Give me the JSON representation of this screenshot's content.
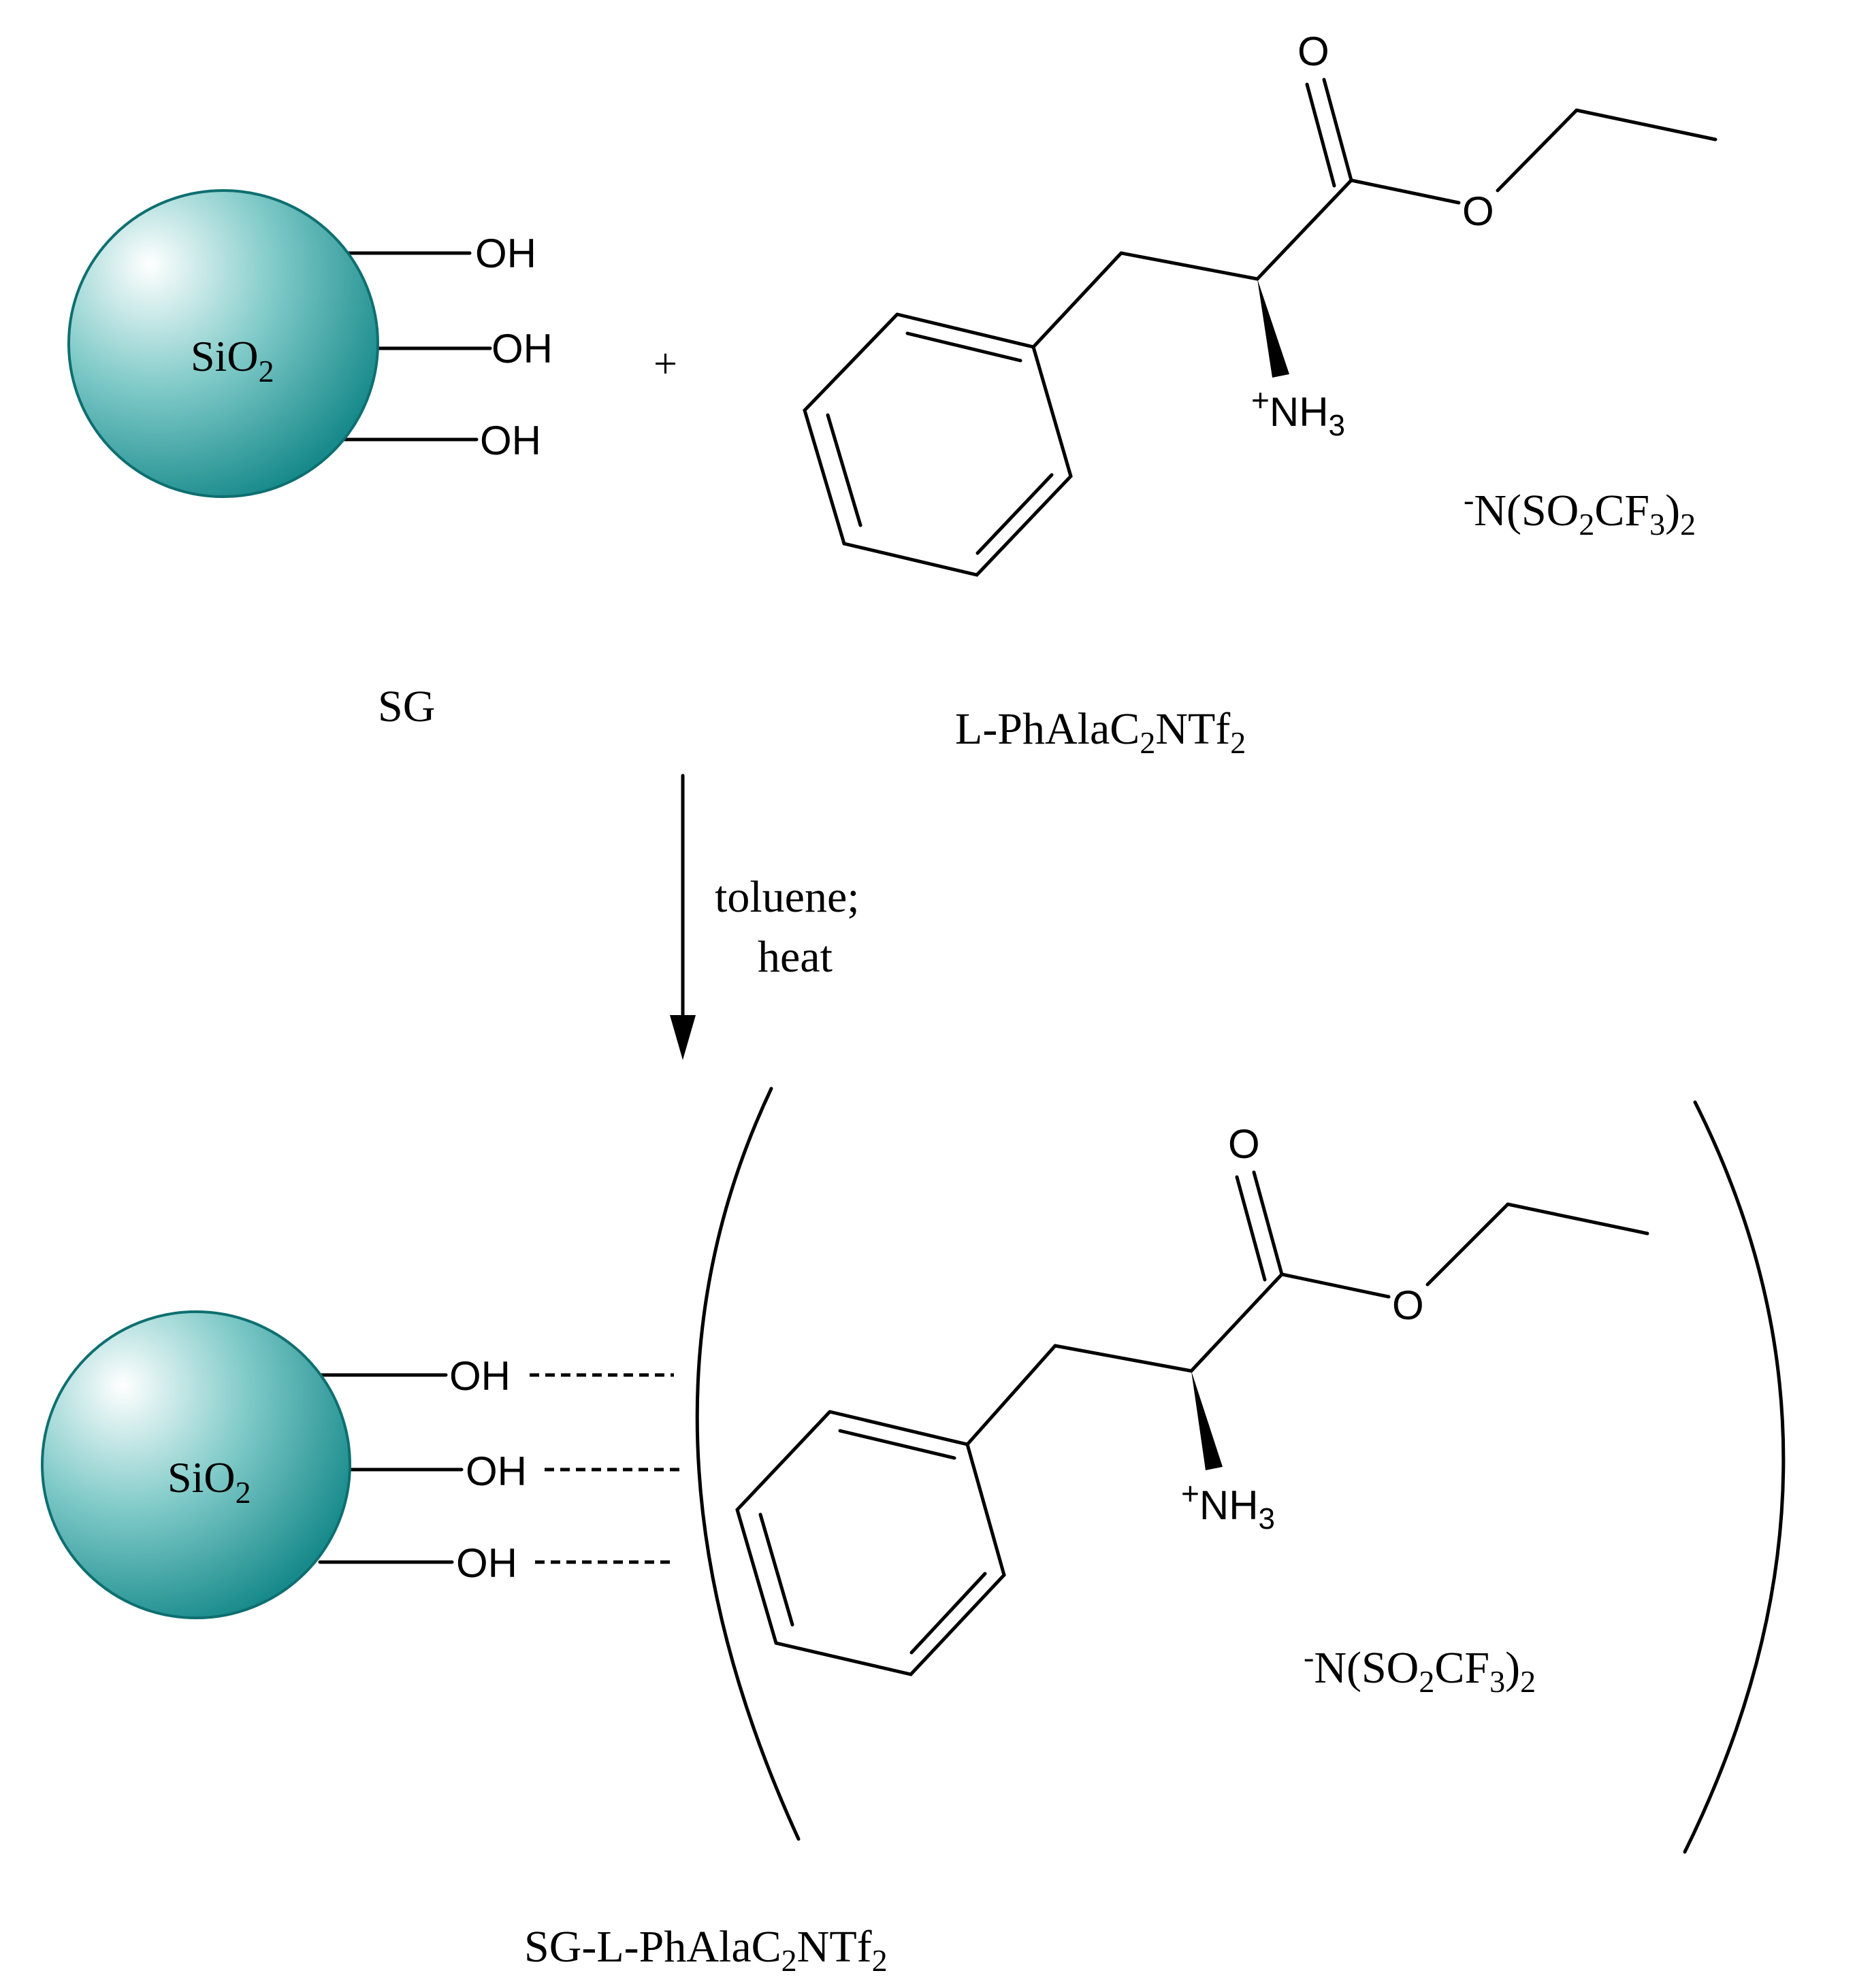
{
  "colors": {
    "bead_light": "#ffffff",
    "bead_mid": "#7fcac8",
    "bead_dark": "#188a8b",
    "bead_edge": "#0e6f70",
    "ink": "#000000"
  },
  "reactant_silica": {
    "bead_label": "SiO",
    "bead_label_sub": "2",
    "hydroxyls": [
      "OH",
      "OH",
      "OH"
    ],
    "name": "SG"
  },
  "plus_sign": "+",
  "reactant_ionic_liquid": {
    "carbonyl_oxygen": "O",
    "ester_oxygen": "O",
    "amine_charge": "+",
    "amine": "NH",
    "amine_sub": "3",
    "anion": {
      "charge": "-",
      "p1": "N(SO",
      "sub1": "2",
      "p2": "CF",
      "sub2": "3",
      "p3": ")",
      "sub3": "2"
    },
    "name": {
      "p1": "L-PhAlaC",
      "sub1": "2",
      "p2": "NTf",
      "sub2": "2"
    }
  },
  "reaction_conditions": [
    "toluene;",
    "heat"
  ],
  "product": {
    "bead_label": "SiO",
    "bead_label_sub": "2",
    "hydroxyls": [
      "OH",
      "OH",
      "OH"
    ],
    "carbonyl_oxygen": "O",
    "ester_oxygen": "O",
    "amine_charge": "+",
    "amine": "NH",
    "amine_sub": "3",
    "anion": {
      "charge": "-",
      "p1": "N(SO",
      "sub1": "2",
      "p2": "CF",
      "sub2": "3",
      "p3": ")",
      "sub3": "2"
    },
    "name": {
      "p1": "SG-L-PhAlaC",
      "sub1": "2",
      "p2": "NTf",
      "sub2": "2"
    }
  }
}
